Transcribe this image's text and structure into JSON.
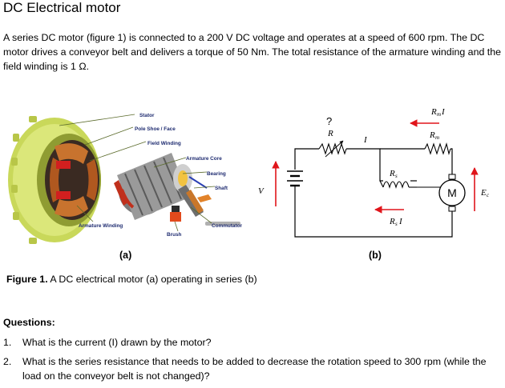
{
  "title": "DC Electrical motor",
  "paragraph": "A series DC motor (figure 1) is connected to a 200 V DC voltage and operates at a speed of 600 rpm. The DC motor drives a conveyor belt and delivers a torque of 50 Nm. The total resistance of the armature winding and the field winding is 1 Ω.",
  "figure_a": {
    "label": "(a)",
    "parts": {
      "stator": "Stator",
      "pole_shoe": "Pole Shoe / Face",
      "field_winding": "Field Winding",
      "armature_core": "Armature Core",
      "bearing": "Bearing",
      "shaft": "Shaft",
      "armature_winding": "Armature Winding",
      "commutator": "Commutator",
      "brush": "Brush"
    }
  },
  "figure_b": {
    "label": "(b)",
    "question_mark": "?",
    "r_label": "R",
    "i_label": "I",
    "v_label": "V",
    "rm_i_main": "R",
    "rm_i_sub": "m",
    "rm_i_tail": "I",
    "rm_main": "R",
    "rm_sub": "m",
    "rs_main": "R",
    "rs_sub": "s",
    "rs_i_main": "R",
    "rs_i_sub": "s",
    "rs_i_tail": "I",
    "motor_symbol": "M",
    "ec_main": "E",
    "ec_sub": "c",
    "colors": {
      "arrow": "#e0151b",
      "wire": "#000000"
    }
  },
  "caption": {
    "bold": "Figure 1.",
    "text": " A DC electrical motor (a) operating in series (b)"
  },
  "questions": {
    "heading": "Questions:",
    "items": [
      {
        "number": "1.",
        "text": "What is the current (I) drawn by the motor?"
      },
      {
        "number": "2.",
        "text": "What is the series resistance that needs to be added to decrease the rotation speed to 300 rpm (while the load on the conveyor belt is not changed)?"
      }
    ]
  }
}
